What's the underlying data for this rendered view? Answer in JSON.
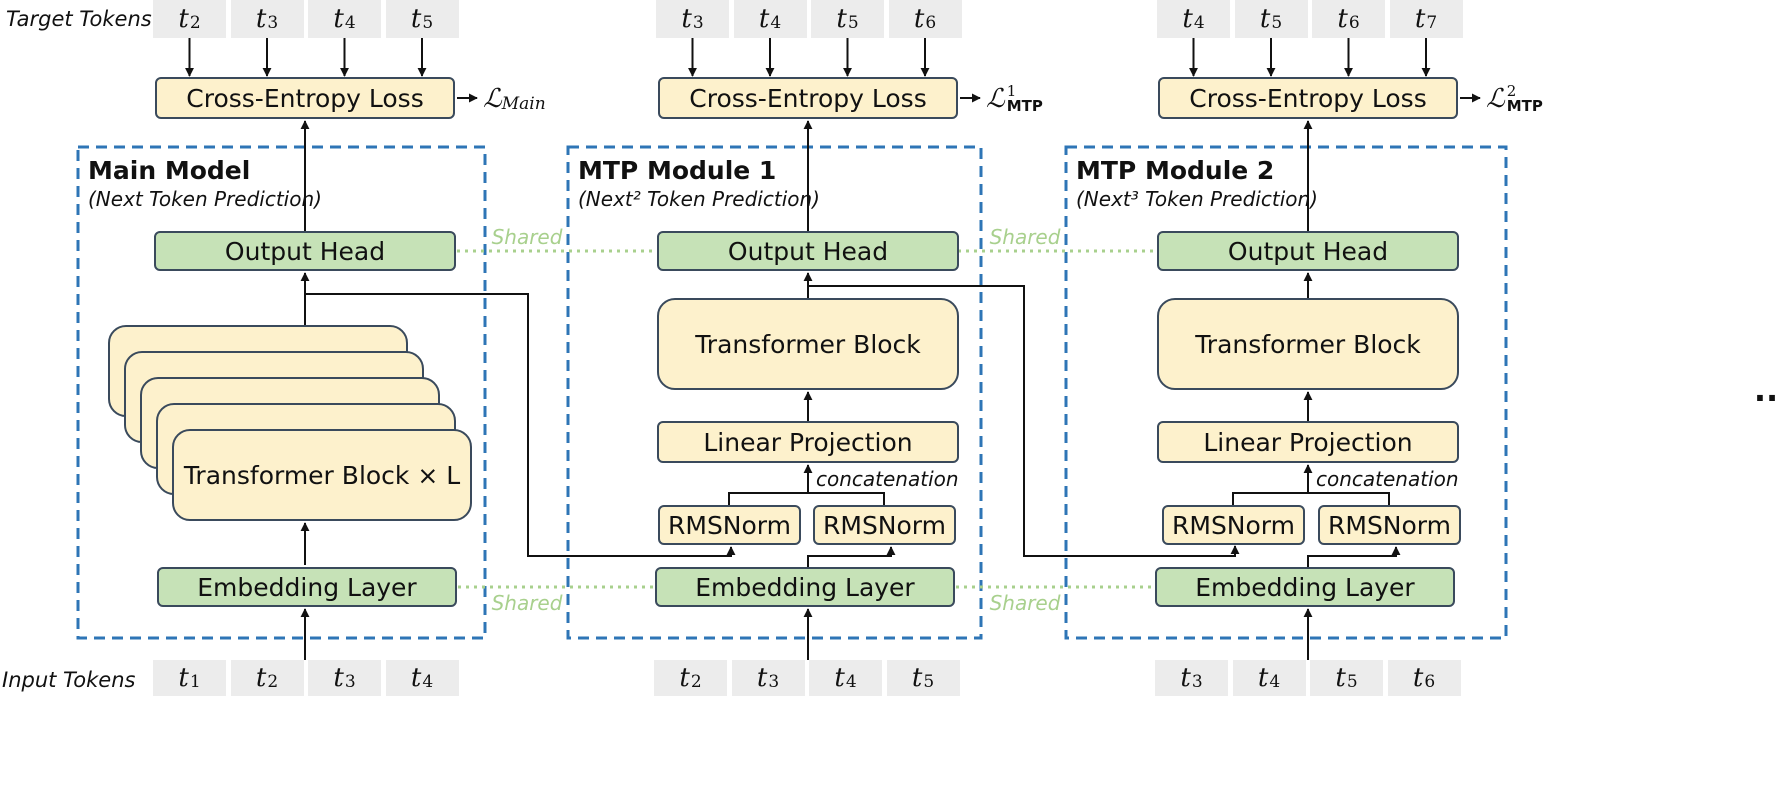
{
  "labels": {
    "target_tokens": "Target Tokens",
    "input_tokens": "Input Tokens",
    "shared": "Shared",
    "concatenation": "concatenation",
    "ellipsis": "··"
  },
  "modules": [
    {
      "title": "Main Model",
      "subtitle": "(Next Token Prediction)",
      "loss_label": "Cross-Entropy Loss",
      "loss_symbol": "ℒ",
      "loss_sub": "Main",
      "output_head": "Output Head",
      "transformer": "Transformer Block × L",
      "embedding": "Embedding Layer",
      "target_tokens": [
        {
          "t": "t",
          "i": "2"
        },
        {
          "t": "t",
          "i": "3"
        },
        {
          "t": "t",
          "i": "4"
        },
        {
          "t": "t",
          "i": "5"
        }
      ],
      "input_tokens": [
        {
          "t": "t",
          "i": "1"
        },
        {
          "t": "t",
          "i": "2"
        },
        {
          "t": "t",
          "i": "3"
        },
        {
          "t": "t",
          "i": "4"
        }
      ]
    },
    {
      "title": "MTP Module 1",
      "subtitle": "(Next² Token Prediction)",
      "loss_label": "Cross-Entropy Loss",
      "loss_symbol": "ℒ",
      "loss_sup": "1",
      "loss_sub": "MTP",
      "output_head": "Output Head",
      "transformer": "Transformer Block",
      "linear": "Linear Projection",
      "rmsnorm_left": "RMSNorm",
      "rmsnorm_right": "RMSNorm",
      "embedding": "Embedding Layer",
      "target_tokens": [
        {
          "t": "t",
          "i": "3"
        },
        {
          "t": "t",
          "i": "4"
        },
        {
          "t": "t",
          "i": "5"
        },
        {
          "t": "t",
          "i": "6"
        }
      ],
      "input_tokens": [
        {
          "t": "t",
          "i": "2"
        },
        {
          "t": "t",
          "i": "3"
        },
        {
          "t": "t",
          "i": "4"
        },
        {
          "t": "t",
          "i": "5"
        }
      ]
    },
    {
      "title": "MTP Module 2",
      "subtitle": "(Next³ Token Prediction)",
      "loss_label": "Cross-Entropy Loss",
      "loss_symbol": "ℒ",
      "loss_sup": "2",
      "loss_sub": "MTP",
      "output_head": "Output Head",
      "transformer": "Transformer Block",
      "linear": "Linear Projection",
      "rmsnorm_left": "RMSNorm",
      "rmsnorm_right": "RMSNorm",
      "embedding": "Embedding Layer",
      "target_tokens": [
        {
          "t": "t",
          "i": "4"
        },
        {
          "t": "t",
          "i": "5"
        },
        {
          "t": "t",
          "i": "6"
        },
        {
          "t": "t",
          "i": "7"
        }
      ],
      "input_tokens": [
        {
          "t": "t",
          "i": "3"
        },
        {
          "t": "t",
          "i": "4"
        },
        {
          "t": "t",
          "i": "5"
        },
        {
          "t": "t",
          "i": "6"
        }
      ]
    }
  ],
  "colors": {
    "box_fill_yellow": "#fdf1cc",
    "box_fill_green": "#c6e2b7",
    "box_border": "#3a4a5c",
    "dashed_frame": "#2e75b6",
    "shared_line": "#a8d08d",
    "token_fill": "#ececec",
    "arrow": "#111111"
  }
}
